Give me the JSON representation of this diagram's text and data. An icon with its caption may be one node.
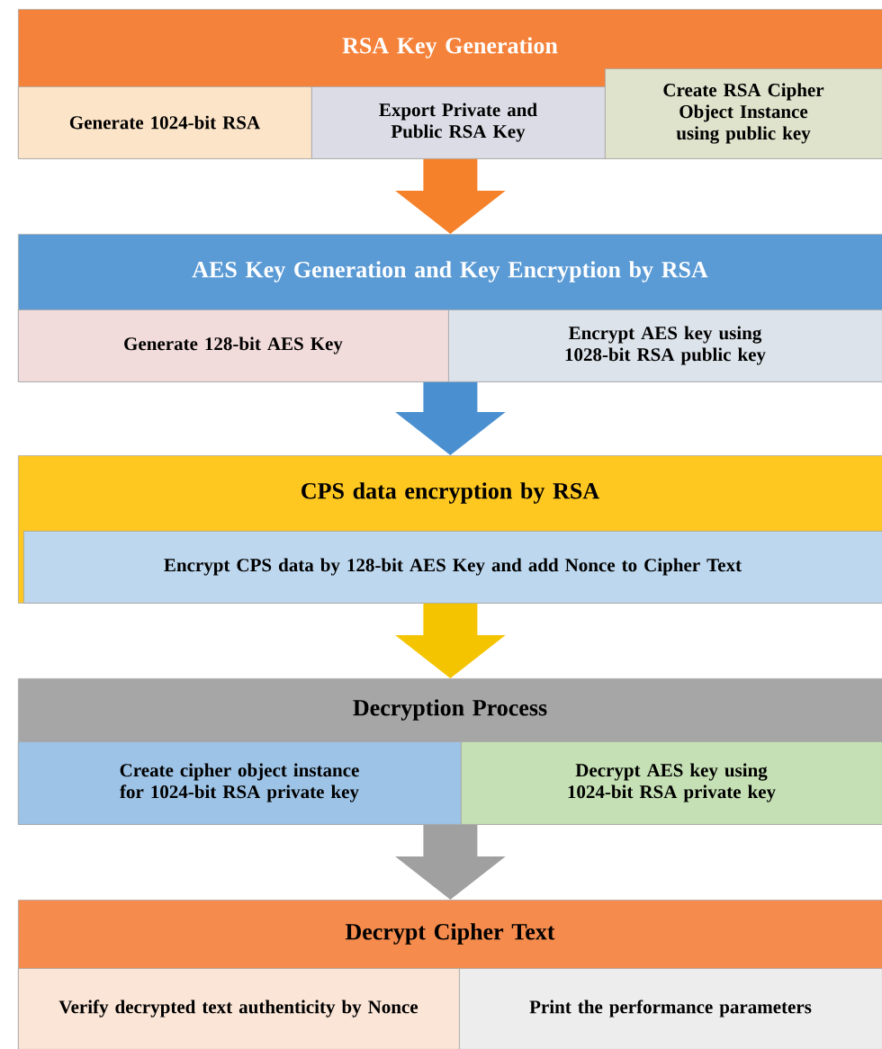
{
  "diagram": {
    "nodes": [
      {
        "text": [
          "RSA Key Generation"
        ]
      },
      {
        "text": [
          "Generate 1024-bit RSA"
        ],
        "in": 0
      },
      {
        "text": [
          "Export Private and Public RSA Key"
        ],
        "in": 0
      },
      {
        "text": [
          "Create RSA Cipher Object Instance using public key"
        ],
        "in": 0
      },
      {
        "text": [
          "AES Key Generation and Key Encryption by RSA"
        ]
      },
      {
        "text": [
          "Generate 128-bit AES Key"
        ],
        "in": 4
      },
      {
        "text": [
          "Encrypt AES key using 1028-bit RSA public key"
        ],
        "in": 4
      },
      {
        "text": [
          "CPS data encryption by RSA"
        ]
      },
      {
        "text": [
          "Encrypt CPS data by 128-bit AES Key and add Nonce to Cipher Text"
        ],
        "in": 7
      },
      {
        "text": [
          "Decryption Process"
        ]
      },
      {
        "text": [
          "Create cipher object instance for 1024-bit RSA private key"
        ],
        "in": 9
      },
      {
        "text": [
          "Decrypt AES key using 1024-bit RSA private key"
        ],
        "in": 9
      },
      {
        "text": [
          "Decrypt Cipher Text"
        ]
      },
      {
        "text": [
          "Verify decrypted text authenticity by Nonce"
        ],
        "in": 12
      },
      {
        "text": [
          "Print the performance parameters"
        ],
        "in": 12
      }
    ],
    "edges": [
      {
        "from": 0,
        "to": 4,
        "arrow": "to",
        "color": "#f5822a"
      },
      {
        "from": 4,
        "to": 7,
        "arrow": "to",
        "color": "#4a90d0"
      },
      {
        "from": 7,
        "to": 9,
        "arrow": "to",
        "color": "#f5c400"
      },
      {
        "from": 9,
        "to": 12,
        "arrow": "to",
        "color": "#a0a0a0"
      }
    ]
  }
}
